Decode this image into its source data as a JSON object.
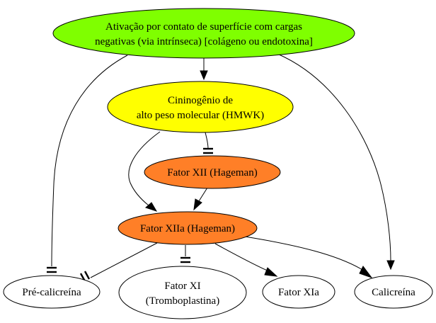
{
  "colors": {
    "activation": "#7fff00",
    "hmwk": "#ffff00",
    "factor_orange": "#ff7f27",
    "white": "#ffffff"
  },
  "nodes": {
    "activation": {
      "line1": "Ativação por contato de superfície com cargas",
      "line2": "negativas (via intrínseca) [colágeno ou endotoxina]"
    },
    "hmwk": {
      "line1": "Cininogênio de",
      "line2": "alto peso molecular (HMWK)"
    },
    "fator_xii": {
      "label": "Fator XII (Hageman)"
    },
    "fator_xiia": {
      "label": "Fator XIIa (Hageman)"
    },
    "pre_calicreina": {
      "label": "Pré-calicreína"
    },
    "fator_xi": {
      "line1": "Fator XI",
      "line2": "(Tromboplastina)"
    },
    "fator_xia": {
      "label": "Fator XIa"
    },
    "calicreina": {
      "label": "Calicreína"
    }
  }
}
